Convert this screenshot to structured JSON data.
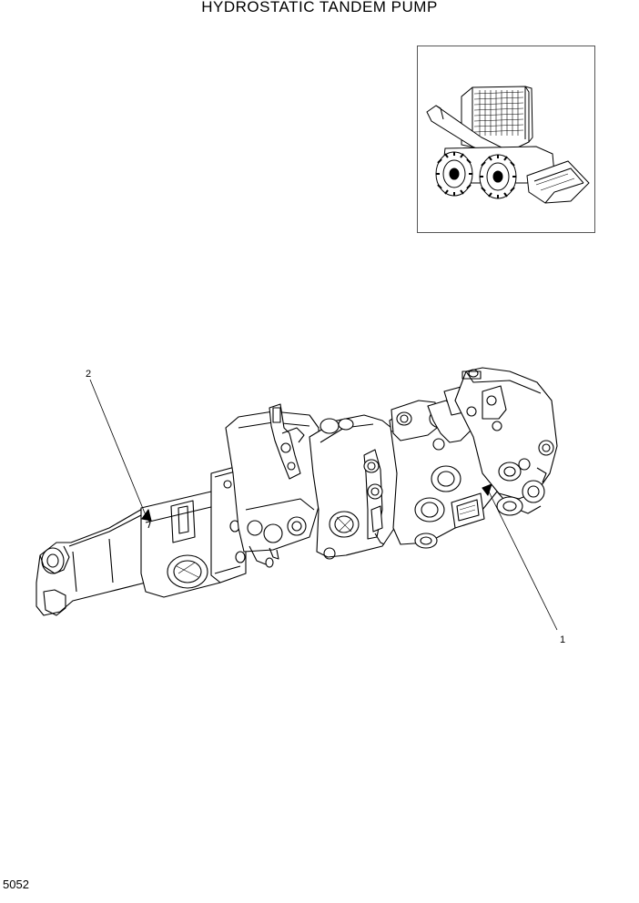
{
  "header": {
    "title": "HYDROSTATIC TANDEM PUMP"
  },
  "callouts": {
    "part_1": "1",
    "part_2": "2"
  },
  "footer": {
    "page_number": "5052"
  },
  "icons": {
    "thumbnail": "skid-steer-loader-icon",
    "main": "hydrostatic-tandem-pump-illustration"
  }
}
